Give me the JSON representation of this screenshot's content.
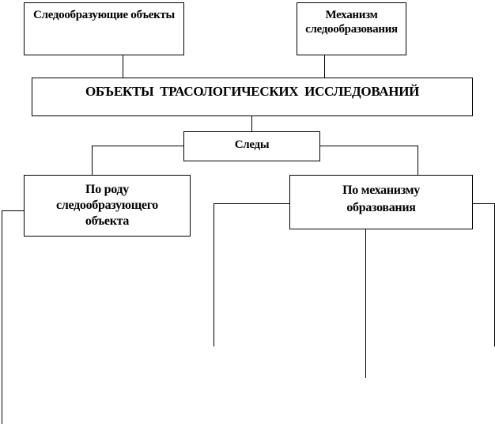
{
  "boxes": {
    "trace_forming_objects": "Следообразующие объекты",
    "mechanism": [
      "Механизм",
      "следообразования"
    ],
    "main": "ОБЪЕКТЫ  ТРАСОЛОГИЧЕСКИХ  ИССЛЕДОВАНИЙ",
    "traces": "Следы",
    "by_kind": [
      "По роду",
      "следообразующего",
      "объекта"
    ],
    "by_mechanism": [
      "По механизму",
      "образования"
    ]
  }
}
